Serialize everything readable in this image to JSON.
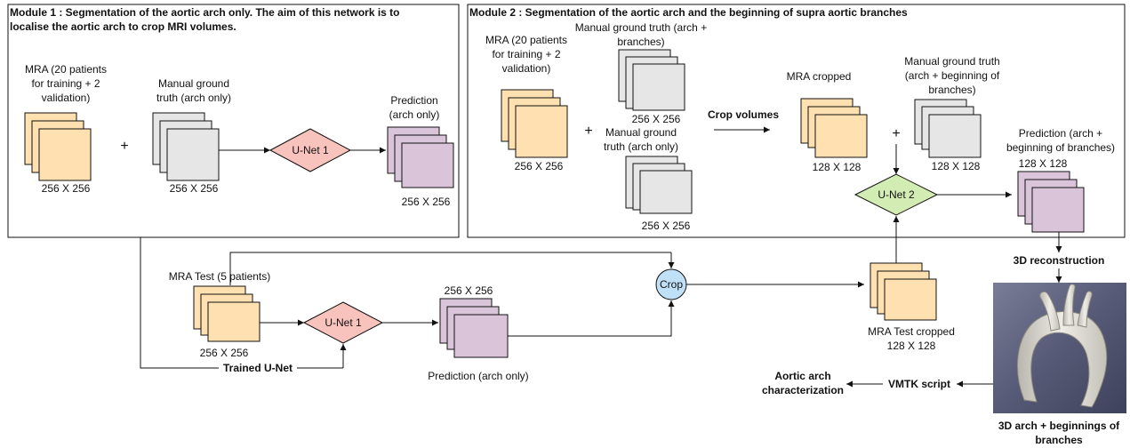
{
  "module1": {
    "title_line1": "Module 1 : Segmentation of the aortic arch only. The aim of this network is to",
    "title_line2": "localise the aortic arch to crop MRI volumes.",
    "mra_label": [
      "MRA (20 patients",
      "for training + 2",
      "validation)"
    ],
    "mra_size": "256 X 256",
    "plus": "+",
    "gt_label": [
      "Manual ground",
      "truth (arch only)"
    ],
    "gt_size": "256 X 256",
    "unet": "U-Net 1",
    "pred_label": [
      "Prediction",
      "(arch only)"
    ],
    "pred_size": "256 X 256"
  },
  "module2": {
    "title": "Module 2 : Segmentation of the aortic arch and the beginning of supra aortic branches",
    "mra_label": [
      "MRA (20 patients",
      "for training + 2",
      "validation)"
    ],
    "mra_size": "256 X 256",
    "plus": "+",
    "gt_top_label": [
      "Manual ground truth (arch +",
      "branches)"
    ],
    "gt_top_size": "256 X 256",
    "gt_bottom_label": [
      "Manual ground",
      "truth (arch only)"
    ],
    "gt_bottom_size": "256 X 256",
    "crop_volumes": "Crop volumes",
    "cropped_label": "MRA cropped",
    "cropped_size": "128 X 128",
    "plus2": "+",
    "gt_cropped_label": [
      "Manual ground truth",
      "(arch + beginning of",
      "branches)"
    ],
    "gt_cropped_size": "128 X 128",
    "unet": "U-Net 2",
    "pred_label": [
      "Prediction (arch +",
      "beginning of branches)"
    ],
    "pred_size": "128 X 128"
  },
  "bottom": {
    "test_label": "MRA Test (5 patients)",
    "test_size": "256 X 256",
    "unet": "U-Net 1",
    "trained": "Trained U-Net",
    "pred_size": "256 X 256",
    "pred_label": "Prediction (arch only)",
    "crop": "Crop",
    "test_cropped_label": [
      "MRA Test cropped",
      "128 X 128"
    ],
    "recon": "3D reconstruction",
    "final_label": [
      "3D arch + beginnings of",
      "branches"
    ],
    "vmtk": "VMTK script",
    "aortic": [
      "Aortic arch",
      "characterization"
    ]
  },
  "colors": {
    "orange_fill": "#ffe0b0",
    "grey_fill": "#e6e6e6",
    "purple_fill": "#d9c4d9",
    "unet1_fill": "#f8c2bd",
    "unet2_fill": "#d3ecb4",
    "crop_fill": "#bfe0f6",
    "render_bg": "#5a5e78"
  }
}
